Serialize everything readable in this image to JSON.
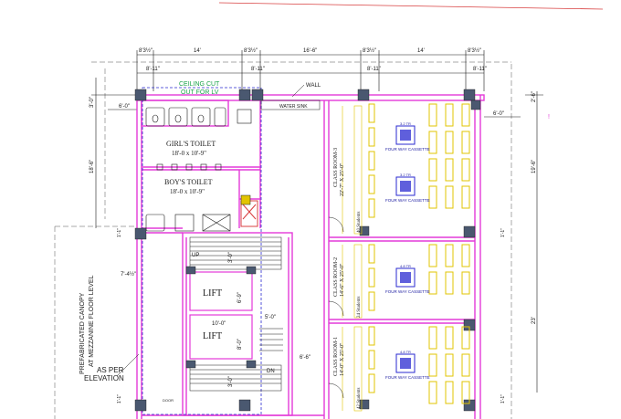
{
  "colors": {
    "wall": "#e43ad8",
    "furniture": "#e2c400",
    "cassette": "#2a2ad0",
    "dimension": "#1a1a1a",
    "note_green": "#1aa34a",
    "grid_red": "#d84040",
    "column": "#4a5870"
  },
  "dims_top": [
    "8'3½\"",
    "14'",
    "8'3½\"",
    "16'-6\"",
    "8'3½\"",
    "14'",
    "8'3½\""
  ],
  "dims_top2": [
    "8'-11\"",
    "8'-11\"",
    "8'-11\"",
    "8'-11\""
  ],
  "dims_left": [
    "3'-0\"",
    "6'-0\"",
    "18'-6\"",
    "7'-4½\""
  ],
  "dims_right": [
    "2'-6\"",
    "6'-0\"",
    "19'-6\"",
    "23'"
  ],
  "dims_small": [
    "1'-1\"",
    "1'-1\"",
    "1'-1\"",
    "1'-1\""
  ],
  "labels": {
    "ceiling_cut_1": "CEILING CUT",
    "ceiling_cut_2": "OUT FOR LV",
    "wall": "WALL",
    "water_sink": "WATER SINK",
    "girls_toilet": "GIRL'S TOILET",
    "girls_toilet_size": "18'-0 x 10'-9\"",
    "boys_toilet": "BOY'S TOILET",
    "boys_toilet_size": "18'-0 x 10'-9\"",
    "up": "UP",
    "dn": "DN",
    "lift_1": "LIFT",
    "lift_2": "LIFT",
    "lift_width": "10'-0\"",
    "lift_depth": "6'-9\"",
    "lift_depth2": "8'-0\"",
    "lift_gap": "5'-0\"",
    "stair_dim1": "3'-0\"",
    "stair_dim2": "3'-0\"",
    "side_dim": "6'-6\"",
    "canopy_1": "PREFABRICATED CANOPY",
    "canopy_2": "AT MEZZANINE FLOOR LEVEL",
    "as_per": "AS PER",
    "elevation": "ELEVATION",
    "door": "DOOR",
    "classroom_3": "CLASS ROOM-3",
    "classroom_3_size": "22'-7\" X 25'-0\"",
    "classroom_2": "CLASS ROOM-2",
    "classroom_2_size": "14'-6\" X 25'-0\"",
    "classroom_1": "CLASS ROOM-1",
    "classroom_1_size": "14'-0\" X 25'-0\"",
    "students_3": "40 Students",
    "students_2": "24 Students",
    "students_1": "42 Students"
  },
  "cassettes": [
    {
      "tonnage": "3.2 TR",
      "label": "FOUR WAY CASSETTE"
    },
    {
      "tonnage": "3.2 TR",
      "label": "FOUR WAY CASSETTE"
    },
    {
      "tonnage": "4.8 TR",
      "label": "FOUR WAY CASSETTE"
    },
    {
      "tonnage": "4.8 TR",
      "label": "FOUR WAY CASSETTE"
    }
  ]
}
